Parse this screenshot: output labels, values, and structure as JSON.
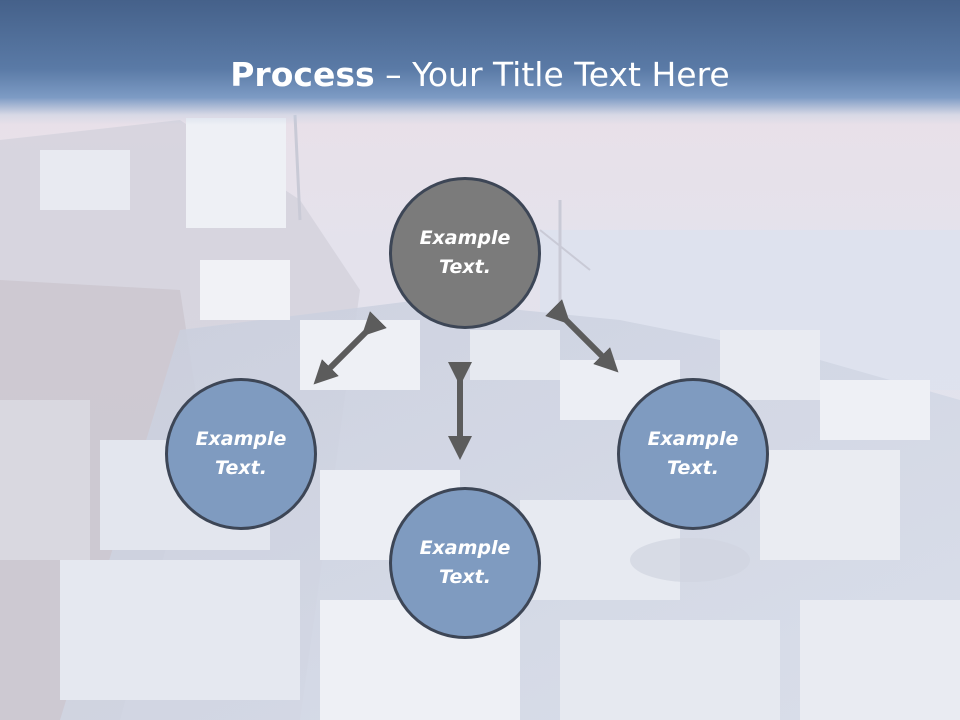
{
  "slide": {
    "title_bold": "Process",
    "title_rest": " – Your Title Text Here"
  },
  "colors": {
    "title_bar": "#5a7aa6",
    "center_node": "#7b7b7b",
    "outer_node": "#7f9bc0",
    "node_border": "#3d4656",
    "arrow": "#5c5c5c",
    "text": "#ffffff"
  },
  "nodes": {
    "top": "Example\nText.",
    "left": "Example\nText.",
    "right": "Example\nText.",
    "bottom": "Example\nText."
  },
  "connectors": [
    {
      "from": "top",
      "to": "left",
      "type": "double-arrow"
    },
    {
      "from": "top",
      "to": "right",
      "type": "double-arrow"
    },
    {
      "from": "top",
      "to": "bottom",
      "type": "double-arrow"
    }
  ],
  "background": "hillside village of white buildings at dusk, faded"
}
